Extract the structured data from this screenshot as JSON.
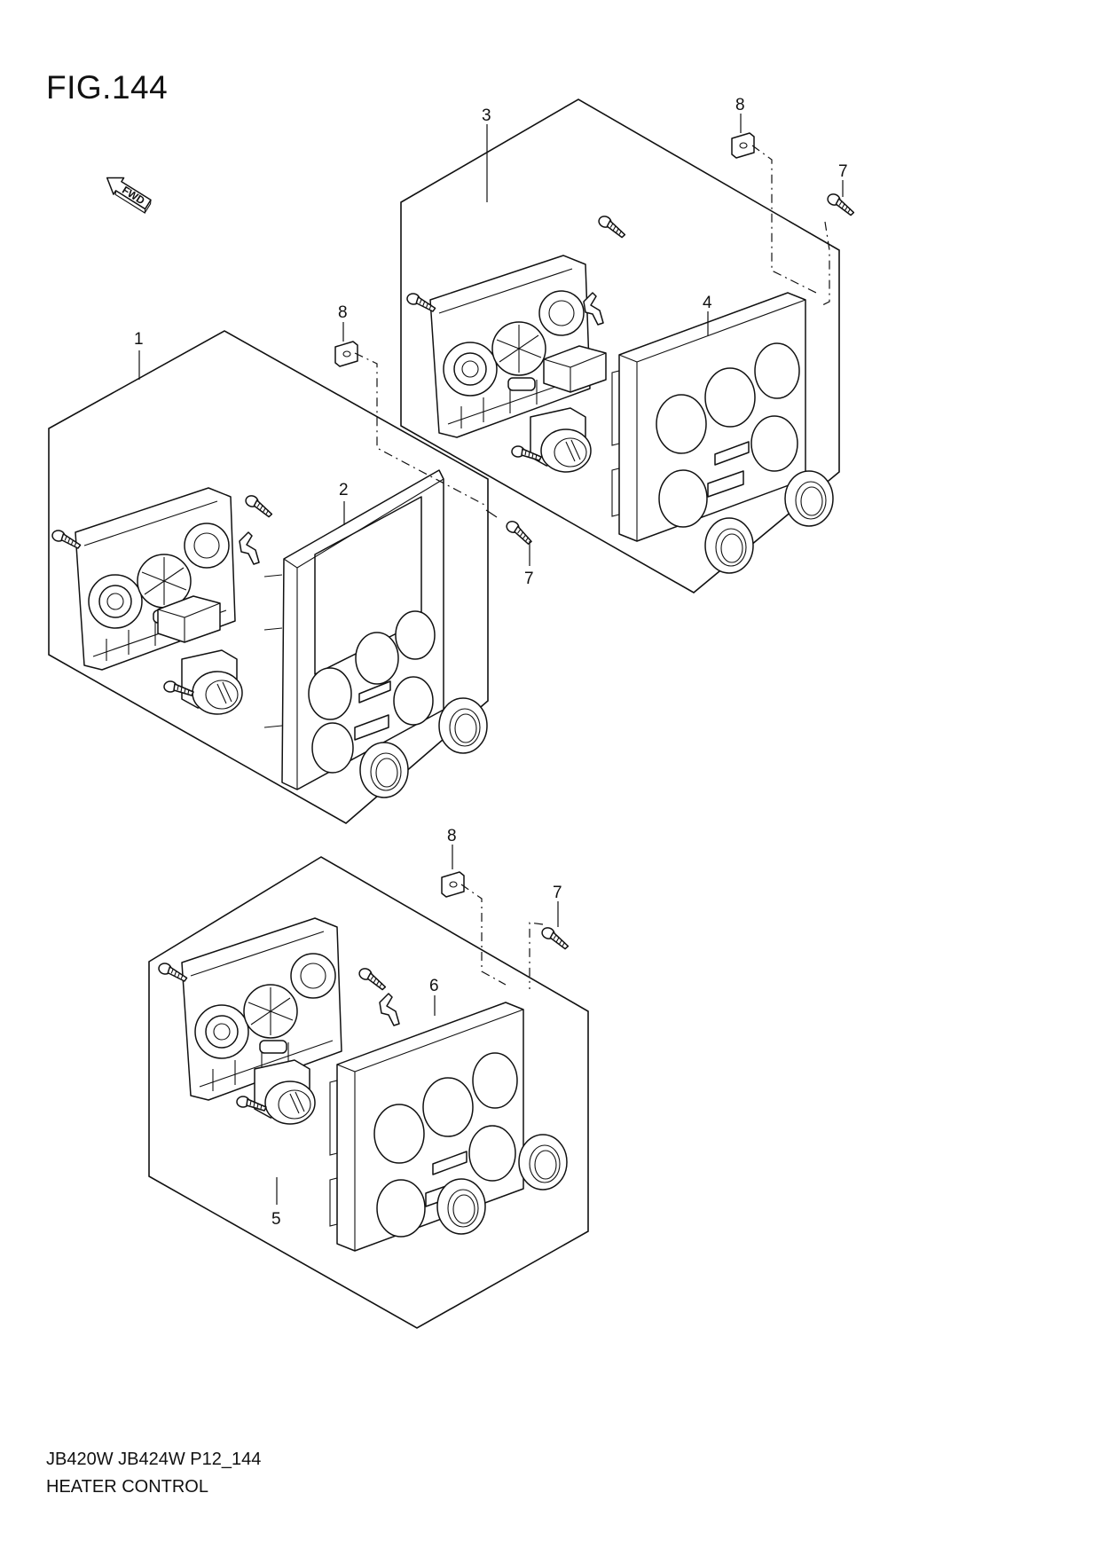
{
  "figure": {
    "title": "FIG.144"
  },
  "footer": {
    "model_code": "JB420W JB424W P12_144",
    "section": "HEATER CONTROL"
  },
  "fwd_indicator": {
    "label": "FWD"
  },
  "callouts": {
    "c1": "1",
    "c2": "2",
    "c3": "3",
    "c4": "4",
    "c5": "5",
    "c6": "6",
    "c7a": "7",
    "c7b": "7",
    "c7c": "7",
    "c8a": "8",
    "c8b": "8",
    "c8c": "8"
  }
}
